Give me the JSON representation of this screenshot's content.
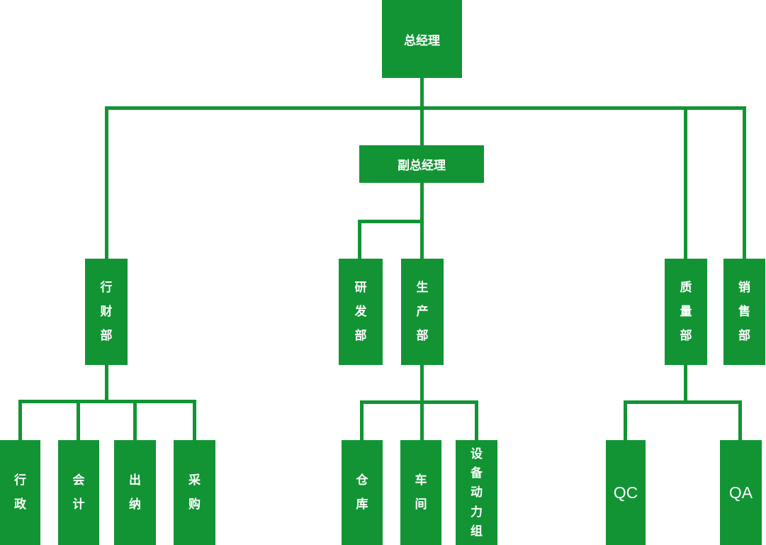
{
  "diagram": {
    "type": "org-chart",
    "orientation": "top-down",
    "colors": {
      "node_fill": "#129434",
      "node_text": "#ffffff",
      "connector": "#129434",
      "background": "#ffffff"
    },
    "nodes": {
      "general_manager": {
        "label": "总经理",
        "level": 1
      },
      "deputy_general_manager": {
        "label": "副总经理",
        "level": 2
      },
      "finance_admin_dept": {
        "label": "行财部",
        "level": 3
      },
      "rd_dept": {
        "label": "研发部",
        "level": 3
      },
      "production_dept": {
        "label": "生产部",
        "level": 3
      },
      "quality_dept": {
        "label": "质量部",
        "level": 3
      },
      "sales_dept": {
        "label": "销售部",
        "level": 3
      },
      "administration": {
        "label": "行政",
        "level": 4
      },
      "accounting": {
        "label": "会计",
        "level": 4
      },
      "cashier": {
        "label": "出纳",
        "level": 4
      },
      "procurement": {
        "label": "采购",
        "level": 4
      },
      "warehouse": {
        "label": "仓库",
        "level": 4
      },
      "workshop": {
        "label": "车间",
        "level": 4
      },
      "equipment_power_group": {
        "label": "设备动力组",
        "level": 4
      },
      "qc": {
        "label": "QC",
        "level": 4
      },
      "qa": {
        "label": "QA",
        "level": 4
      }
    },
    "edges": [
      "总经理 -> 行财部",
      "总经理 -> 副总经理",
      "总经理 -> 质量部",
      "总经理 -> 销售部",
      "副总经理 -> 研发部",
      "副总经理 -> 生产部",
      "行财部 -> 行政",
      "行财部 -> 会计",
      "行财部 -> 出纳",
      "行财部 -> 采购",
      "生产部 -> 仓库",
      "生产部 -> 车间",
      "生产部 -> 设备动力组",
      "质量部 -> QC",
      "质量部 -> QA"
    ]
  }
}
